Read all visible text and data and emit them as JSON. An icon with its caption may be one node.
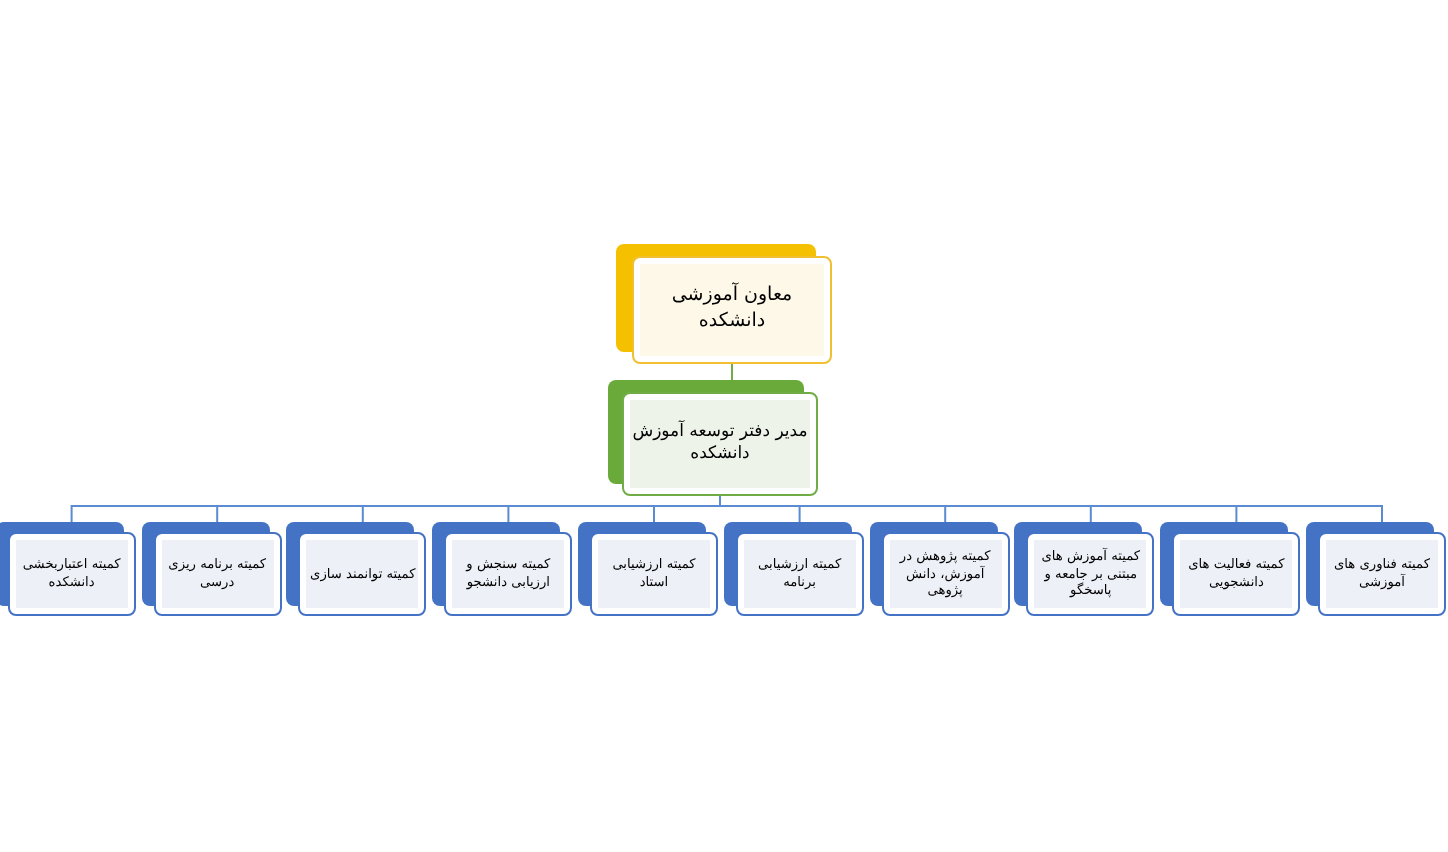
{
  "diagram": {
    "nodes": [
      {
        "text": [
          "معاون آموزشی دانشکده"
        ]
      },
      {
        "text": [
          "مدیر دفتر توسعه آموزش دانشکده"
        ]
      },
      {
        "text": [
          "کمیته فناوری های آموزشی"
        ]
      },
      {
        "text": [
          "کمیته فعالیت های دانشجویی"
        ]
      },
      {
        "text": [
          "کمیته آموزش های مبتنی بر جامعه و پاسخگو"
        ]
      },
      {
        "text": [
          "کمیته پژوهش در آموزش، دانش پژوهی"
        ]
      },
      {
        "text": [
          "کمیته ارزشیابی برنامه"
        ]
      },
      {
        "text": [
          "کمیته ارزشیابی استاد"
        ]
      },
      {
        "text": [
          "کمیته سنجش و ارزیابی دانشجو"
        ]
      },
      {
        "text": [
          "کمیته توانمند سازی"
        ]
      },
      {
        "text": [
          "کمیته برنامه ریزی درسی"
        ]
      },
      {
        "text": [
          "کمیته اعتباربخشی دانشکده"
        ]
      }
    ],
    "edges": [
      {
        "from": 0,
        "to": 1,
        "arrow": "none",
        "color": "#70ad47"
      },
      {
        "from": 1,
        "to": 2,
        "arrow": "none"
      },
      {
        "from": 1,
        "to": 3,
        "arrow": "none"
      },
      {
        "from": 1,
        "to": 4,
        "arrow": "none"
      },
      {
        "from": 1,
        "to": 5,
        "arrow": "none"
      },
      {
        "from": 1,
        "to": 6,
        "arrow": "none"
      },
      {
        "from": 1,
        "to": 7,
        "arrow": "none"
      },
      {
        "from": 1,
        "to": 8,
        "arrow": "none"
      },
      {
        "from": 1,
        "to": 9,
        "arrow": "none"
      },
      {
        "from": 1,
        "to": 10,
        "arrow": "none"
      },
      {
        "from": 1,
        "to": 11,
        "arrow": "none"
      }
    ]
  }
}
